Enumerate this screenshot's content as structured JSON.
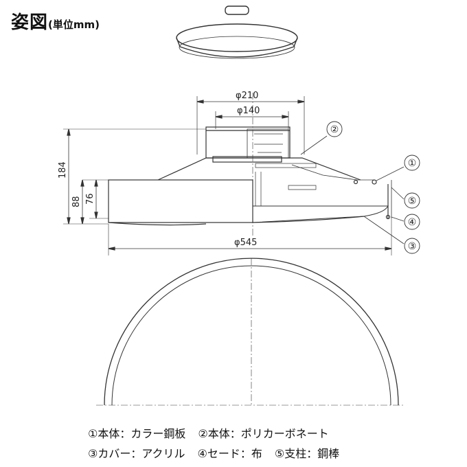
{
  "title": {
    "main": "姿図",
    "unit": "(単位mm)"
  },
  "dimensions": {
    "phi210": "φ210",
    "phi140": "φ140",
    "h184": "184",
    "h88": "88",
    "h76": "76",
    "phi545": "φ545"
  },
  "callouts": [
    "①",
    "②",
    "③",
    "④",
    "⑤"
  ],
  "legend": {
    "row1": [
      "①本体：カラー鋼板",
      "②本体：ポリカーボネート"
    ],
    "row2": [
      "③カバー：アクリル",
      "④セード：布",
      "⑤支柱：鋼棒"
    ]
  }
}
